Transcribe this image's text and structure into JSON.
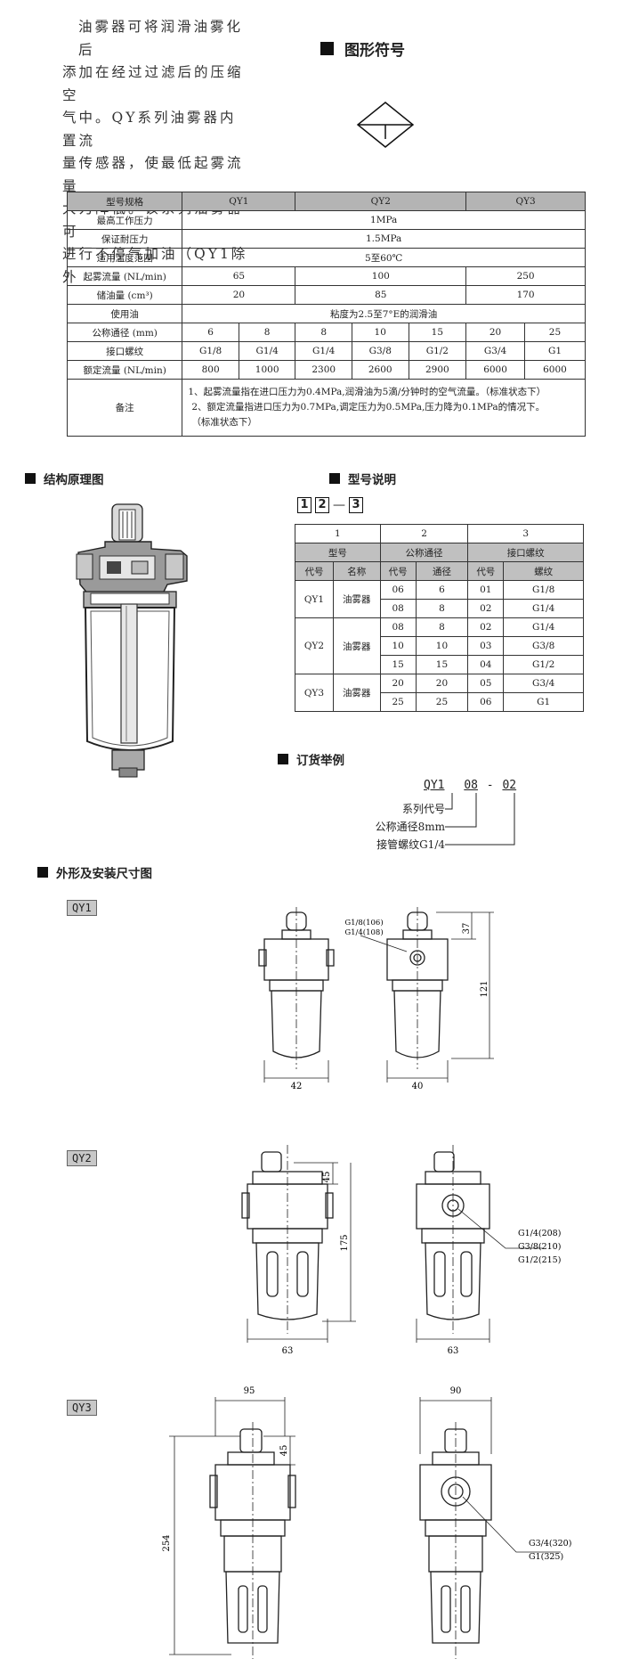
{
  "intro": {
    "lines": [
      "油雾器可将润滑油雾化后",
      "添加在经过过滤后的压缩空",
      "气中。QY系列油雾器内置流",
      "量传感器，使最低起雾流量",
      "大为降低。该系列油雾器可",
      "进行不停气加油（QY1除外"
    ]
  },
  "symbol": {
    "title": "图形符号"
  },
  "spec": {
    "header": [
      "型号规格",
      "QY1",
      "QY2",
      "QY3"
    ],
    "max_pressure": {
      "label": "最高工作压力",
      "value": "1MPa"
    },
    "proof_pressure": {
      "label": "保证耐压力",
      "value": "1.5MPa"
    },
    "temp": {
      "label": "适用温度范围",
      "value": "5至60℃"
    },
    "mist_flow": {
      "label": "起雾流量 (NL/min)",
      "values": [
        "65",
        "100",
        "250"
      ]
    },
    "oil_capacity": {
      "label": "储油量 (cm³)",
      "values": [
        "20",
        "85",
        "170"
      ]
    },
    "oil": {
      "label": "使用油",
      "value": "粘度为2.5至7°E的润滑油"
    },
    "nominal_dia": {
      "label": "公称通径 (mm)",
      "values": [
        "6",
        "8",
        "8",
        "10",
        "15",
        "20",
        "25"
      ]
    },
    "port_thread": {
      "label": "接口螺纹",
      "values": [
        "G1/8",
        "G1/4",
        "G1/4",
        "G3/8",
        "G1/2",
        "G3/4",
        "G1"
      ]
    },
    "rated_flow": {
      "label": "额定流量 (NL/min)",
      "values": [
        "800",
        "1000",
        "2300",
        "2600",
        "2900",
        "6000",
        "6000"
      ]
    },
    "remarks": {
      "label": "备注",
      "lines": [
        "1、起雾流量指在进口压力为0.4MPa,润滑油为5滴/分钟时的空气流量。（标准状态下）",
        "2、额定流量指进口压力为0.7MPa,调定压力为0.5MPa,压力降为0.1MPa的情况下。",
        "（标准状态下）"
      ]
    }
  },
  "structure": {
    "title": "结构原理图"
  },
  "model": {
    "title": "型号说明",
    "boxes": [
      "1",
      "2",
      "3"
    ],
    "dash": "—",
    "col_nums": [
      "1",
      "2",
      "3"
    ],
    "groups": [
      "型号",
      "公称通径",
      "接口螺纹"
    ],
    "sub": [
      "代号",
      "名称",
      "代号",
      "通径",
      "代号",
      "螺纹"
    ],
    "rows": [
      [
        "QY1",
        "油雾器",
        "06",
        "6",
        "01",
        "G1/8"
      ],
      [
        "",
        "",
        "08",
        "8",
        "02",
        "G1/4"
      ],
      [
        "QY2",
        "油雾器",
        "08",
        "8",
        "02",
        "G1/4"
      ],
      [
        "",
        "",
        "10",
        "10",
        "03",
        "G3/8"
      ],
      [
        "",
        "",
        "15",
        "15",
        "04",
        "G1/2"
      ],
      [
        "QY3",
        "油雾器",
        "20",
        "20",
        "05",
        "G3/4"
      ],
      [
        "",
        "",
        "25",
        "25",
        "06",
        "G1"
      ]
    ]
  },
  "order": {
    "title": "订货举例",
    "code": [
      "QY1",
      "08",
      "-",
      "02"
    ],
    "labels": [
      "系列代号",
      "公称通径8mm",
      "接管螺纹G1/4"
    ]
  },
  "dims": {
    "title": "外形及安装尺寸图",
    "qy1": {
      "tag": "QY1",
      "w": "42",
      "w2": "40",
      "h": "121",
      "h2": "37",
      "ports": [
        "G1/8(106)",
        "G1/4(108)"
      ]
    },
    "qy2": {
      "tag": "QY2",
      "w": "63",
      "w2": "63",
      "h": "175",
      "h2": "45",
      "ports": [
        "G1/4(208)",
        "G3/8(210)",
        "G1/2(215)"
      ]
    },
    "qy3": {
      "tag": "QY3",
      "w": "95",
      "w2": "90",
      "h": "254",
      "h2": "45",
      "ports": [
        "G3/4(320)",
        "G1(325)"
      ]
    }
  }
}
